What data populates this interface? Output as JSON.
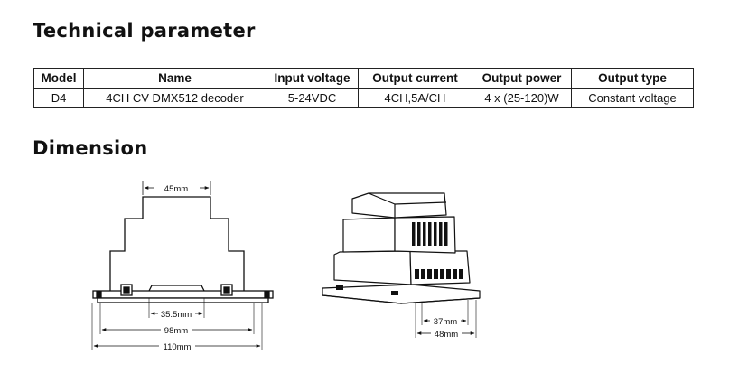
{
  "technical": {
    "title": "Technical parameter",
    "columns": [
      "Model",
      "Name",
      "Input voltage",
      "Output current",
      "Output power",
      "Output type"
    ],
    "rows": [
      [
        "D4",
        "4CH CV DMX512 decoder",
        "5-24VDC",
        "4CH,5A/CH",
        "4 x (25-120)W",
        "Constant voltage"
      ]
    ]
  },
  "dimension": {
    "title": "Dimension",
    "front_view": {
      "top_width": "45mm",
      "mount_spacing": "35.5mm",
      "body_width": "98mm",
      "total_width": "110mm"
    },
    "iso_view": {
      "inner_width": "37mm",
      "outer_width": "48mm"
    }
  }
}
